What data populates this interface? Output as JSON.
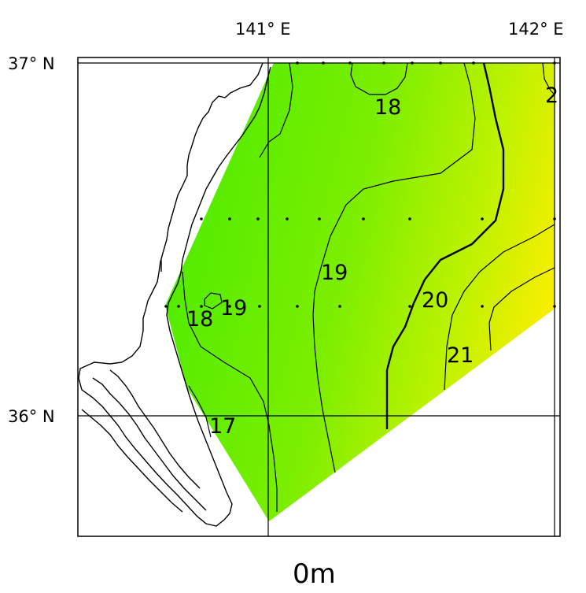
{
  "axes": {
    "lon_labels": [
      "141° E",
      "142° E"
    ],
    "lat_labels": [
      "37° N",
      "36° N"
    ]
  },
  "contour_labels": [
    "2",
    "18",
    "19",
    "18",
    "19",
    "20",
    "21",
    "17"
  ],
  "depth_label": "0m",
  "colors": {
    "field_cool": "#55ee00",
    "field_mid": "#bbf000",
    "field_warm": "#ffee00",
    "land_outline": "#000000",
    "frame": "#000000"
  }
}
